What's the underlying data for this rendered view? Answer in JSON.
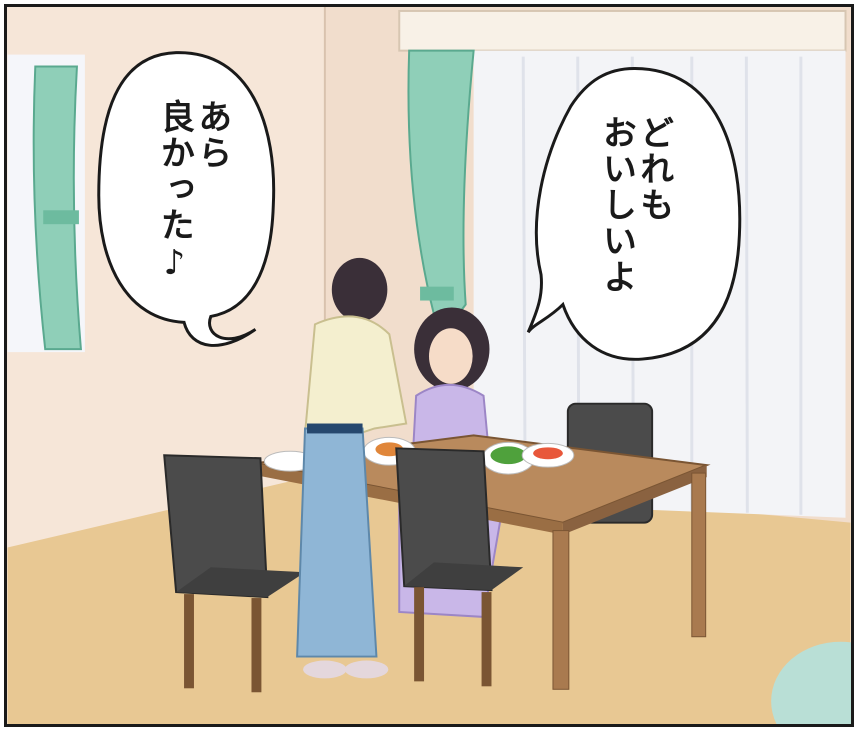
{
  "speech_bubbles": {
    "left": {
      "lines": [
        "あら",
        "良かった♪"
      ]
    },
    "right": {
      "lines": [
        "どれも",
        "おいしいよ"
      ]
    }
  },
  "colors": {
    "wall": "#f6e6d8",
    "floor": "#e8c893",
    "curtain_green": "#8fcfb8",
    "sheer_curtain": "#f3f4f7",
    "table": "#b98a5d",
    "chair": "#4b4b4b",
    "robe_blue": "#8fb6d6",
    "pajama_lavender": "#c9b7e8",
    "cardigan": "#f4efcf"
  }
}
